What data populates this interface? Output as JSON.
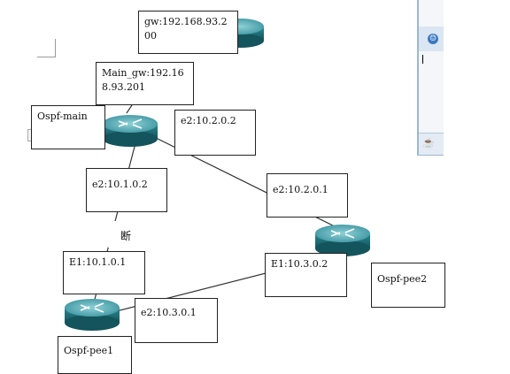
{
  "labels": {
    "gw": "gw:192.168.93.200",
    "main_gw": "Main_gw:192.168.93.201",
    "ospf_main": "Ospf-main",
    "e2_10_2_0_2": "e2:10.2.0.2",
    "e2_10_1_0_2": "e2:10.1.0.2",
    "e2_10_2_0_1": "e2:10.2.0.1",
    "break_char": "断",
    "e1_10_1_0_1": "E1:10.1.0.1",
    "e1_10_3_0_2": "E1:10.3.0.2",
    "ospf_pee2": "Ospf-pee2",
    "e2_10_3_0_1": "e2:10.3.0.1",
    "ospf_pee1": "Ospf-pee1"
  },
  "colors": {
    "router_top": "#4a9ea8",
    "router_body": "#1f6f7a",
    "link": "#333333",
    "panel_accent": "#3b78c2"
  },
  "side_panel": {
    "icon": "smiley-icon"
  }
}
